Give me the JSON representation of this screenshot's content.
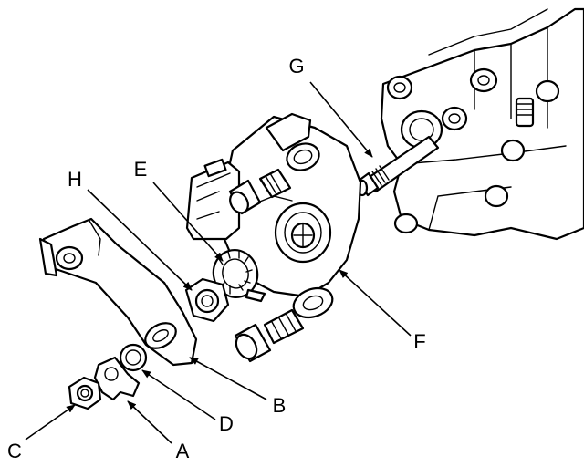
{
  "diagram": {
    "callouts": [
      {
        "id": "A",
        "label": "A"
      },
      {
        "id": "B",
        "label": "B"
      },
      {
        "id": "C",
        "label": "C"
      },
      {
        "id": "D",
        "label": "D"
      },
      {
        "id": "E",
        "label": "E"
      },
      {
        "id": "F",
        "label": "F"
      },
      {
        "id": "G",
        "label": "G"
      },
      {
        "id": "H",
        "label": "H"
      }
    ]
  }
}
